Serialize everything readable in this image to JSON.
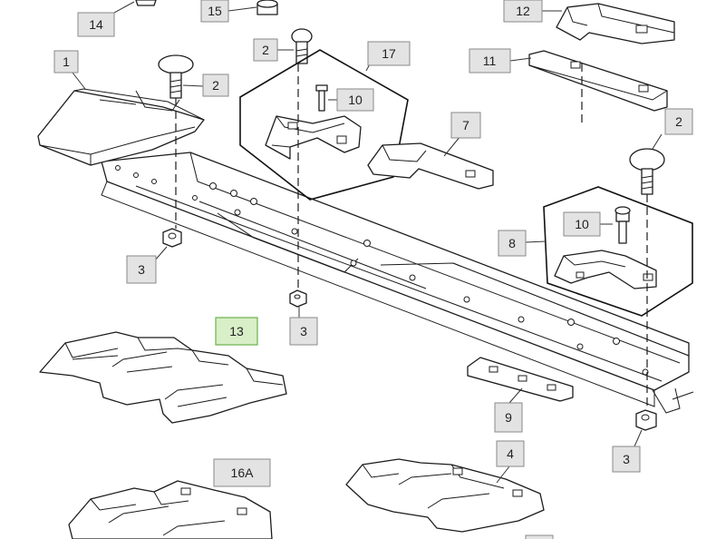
{
  "diagram": {
    "callouts": [
      {
        "id": "c14",
        "label": "14"
      },
      {
        "id": "c15",
        "label": "15"
      },
      {
        "id": "c12",
        "label": "12"
      },
      {
        "id": "c1",
        "label": "1"
      },
      {
        "id": "c2a",
        "label": "2"
      },
      {
        "id": "c2b",
        "label": "2"
      },
      {
        "id": "c17",
        "label": "17"
      },
      {
        "id": "c10a",
        "label": "10"
      },
      {
        "id": "c11",
        "label": "11"
      },
      {
        "id": "c2c",
        "label": "2"
      },
      {
        "id": "c7",
        "label": "7"
      },
      {
        "id": "c10b",
        "label": "10"
      },
      {
        "id": "c8",
        "label": "8"
      },
      {
        "id": "c3a",
        "label": "3"
      },
      {
        "id": "c3b",
        "label": "3"
      },
      {
        "id": "c13",
        "label": "13",
        "highlighted": true
      },
      {
        "id": "c9",
        "label": "9"
      },
      {
        "id": "c3c",
        "label": "3"
      },
      {
        "id": "c4",
        "label": "4"
      },
      {
        "id": "c16A",
        "label": "16A"
      }
    ],
    "colors": {
      "callout_fill": "#e3e3e3",
      "highlight_fill": "#d8efc8",
      "highlight_border": "#6bb04a",
      "line": "#1c1c1c"
    }
  }
}
